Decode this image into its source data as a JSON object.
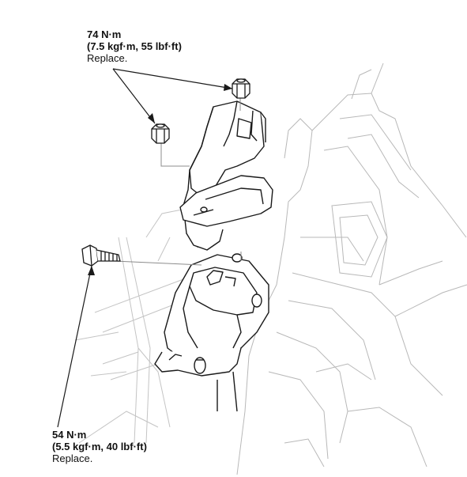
{
  "callouts": {
    "upper_nuts": {
      "torque_nm": "74 N·m",
      "torque_alt": "(7.5 kgf·m, 55 lbf·ft)",
      "note": "Replace."
    },
    "lower_bolt": {
      "torque_nm": "54 N·m",
      "torque_alt": "(5.5 kgf·m, 40 lbf·ft)",
      "note": "Replace."
    }
  },
  "colors": {
    "line": "#1a1a1a",
    "faint": "#b8b8b8",
    "mid": "#8c8c8c"
  }
}
